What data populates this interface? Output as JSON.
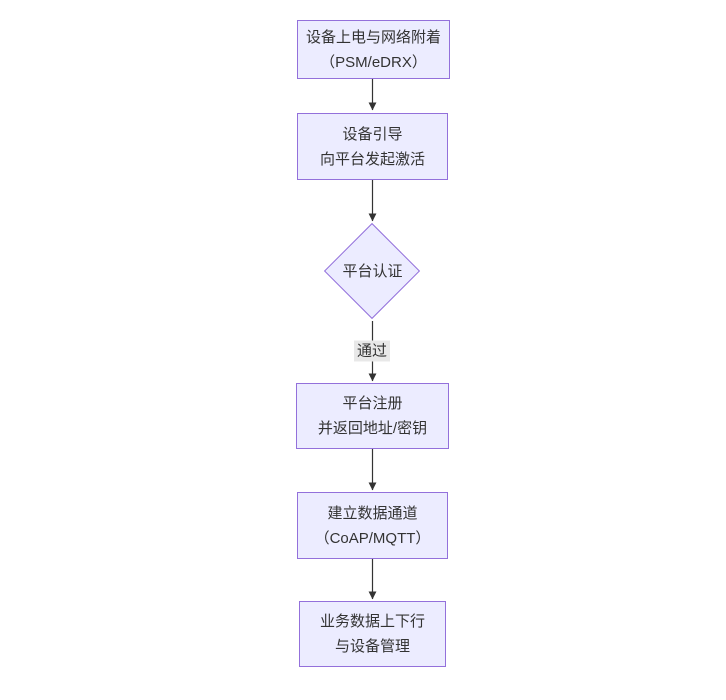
{
  "diagram": {
    "type": "flowchart-vertical",
    "colors": {
      "canvas_bg": "#ffffff",
      "node_fill": "#ECECFF",
      "node_border": "#9370DB",
      "edge_line": "#333333",
      "edge_label_bg": "#e8e8e8",
      "text": "#333333"
    },
    "nodes": [
      {
        "id": "power-attach",
        "shape": "rect",
        "lines": [
          "设备上电与网络附着",
          "（PSM/eDRX）"
        ]
      },
      {
        "id": "bootstrap",
        "shape": "rect",
        "lines": [
          "设备引导",
          "向平台发起激活"
        ]
      },
      {
        "id": "platform-auth",
        "shape": "diamond",
        "lines": [
          "平台认证"
        ]
      },
      {
        "id": "platform-register",
        "shape": "rect",
        "lines": [
          "平台注册",
          "并返回地址/密钥"
        ]
      },
      {
        "id": "data-channel",
        "shape": "rect",
        "lines": [
          "建立数据通道",
          "（CoAP/MQTT）"
        ]
      },
      {
        "id": "business-data",
        "shape": "rect",
        "lines": [
          "业务数据上下行",
          "与设备管理"
        ]
      }
    ],
    "edges": [
      {
        "from": "power-attach",
        "to": "bootstrap",
        "label": ""
      },
      {
        "from": "bootstrap",
        "to": "platform-auth",
        "label": ""
      },
      {
        "from": "platform-auth",
        "to": "platform-register",
        "label": "通过"
      },
      {
        "from": "platform-register",
        "to": "data-channel",
        "label": ""
      },
      {
        "from": "data-channel",
        "to": "business-data",
        "label": ""
      }
    ]
  }
}
